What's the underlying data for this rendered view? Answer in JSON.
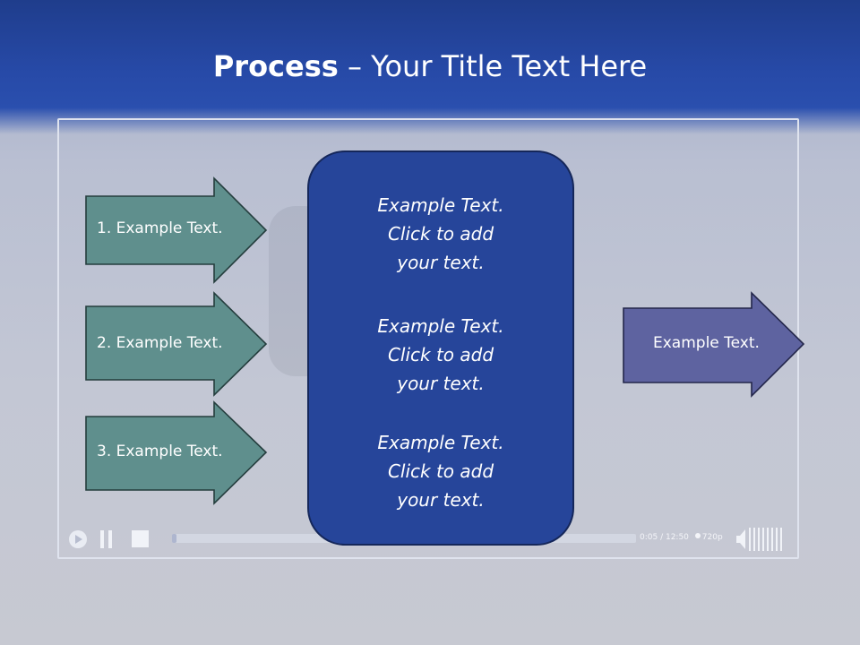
{
  "header": {
    "title_bold": "Process",
    "title_rest": " – Your Title Text Here"
  },
  "left_arrows": [
    {
      "label": "1. Example Text."
    },
    {
      "label": "2. Example Text."
    },
    {
      "label": "3. Example Text."
    }
  ],
  "center_box": {
    "blocks": [
      {
        "lines": [
          "Example Text.",
          "Click  to add",
          "your text."
        ]
      },
      {
        "lines": [
          "Example Text.",
          "Click  to add",
          "your text."
        ]
      },
      {
        "lines": [
          "Example Text.",
          "Click  to add",
          "your text."
        ]
      }
    ]
  },
  "right_arrow": {
    "label": "Example Text."
  },
  "player": {
    "time": "0:05 / 12:50",
    "quality": "720p",
    "progress_fraction": 0.01
  },
  "colors": {
    "header_blue": "#274aa8",
    "teal_arrow": "#5f8f8d",
    "center_box": "#26459a",
    "purple_arrow": "#5e63a0"
  }
}
